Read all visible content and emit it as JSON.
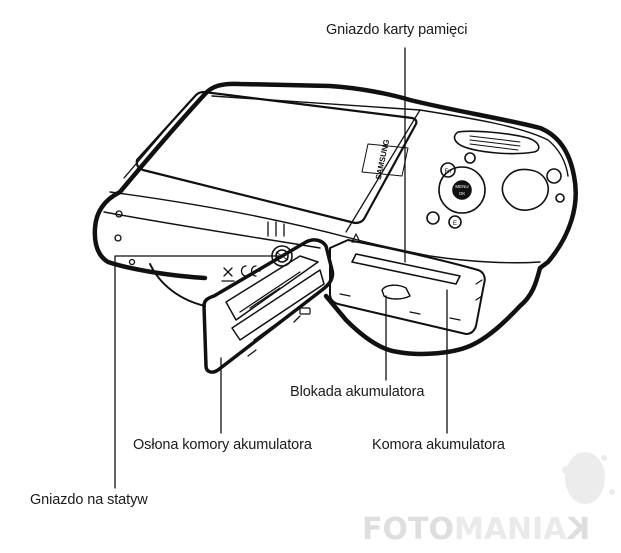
{
  "labels": {
    "memory_card_slot": "Gniazdo karty pamięci",
    "battery_lock": "Blokada akumulatora",
    "battery_cover": "Osłona komory akumulatora",
    "battery_chamber": "Komora akumulatora",
    "tripod_mount": "Gniazdo na statyw"
  },
  "brand": "SAMSUNG",
  "watermark": {
    "part1": "FOTO",
    "part2": "MANIA",
    "part3": "K"
  },
  "buttons": {
    "fn": "Fn",
    "menu": "MENU",
    "ok": "OK",
    "e": "E"
  },
  "colors": {
    "line": "#111111",
    "wm_light": "#dedede",
    "background": "#ffffff"
  }
}
